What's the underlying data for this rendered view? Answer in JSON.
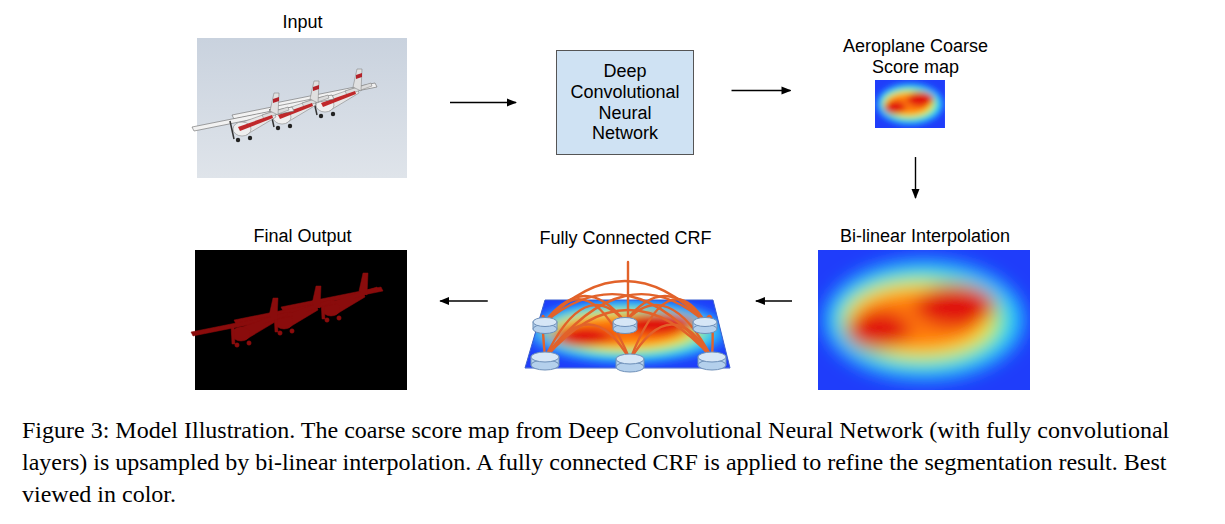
{
  "diagram": {
    "caption": "Figure 3: Model Illustration. The coarse score map from Deep Convolutional Neural Network (with fully convolutional layers) is upsampled by bi-linear interpolation. A fully connected CRF is applied to refine the segmentation result. Best viewed in color.",
    "nodes": [
      {
        "text": [
          "Input"
        ]
      },
      {
        "text": [
          "Deep Convolutional Neural Network"
        ]
      },
      {
        "text": [
          "Aeroplane Coarse Score map"
        ]
      },
      {
        "text": [
          "Final Output"
        ]
      },
      {
        "text": [
          "Fully Connected CRF"
        ]
      },
      {
        "text": [
          "Bi-linear Interpolation"
        ]
      }
    ],
    "edges": [
      {
        "from": 0,
        "to": 1,
        "arrow": "to"
      },
      {
        "from": 1,
        "to": 2,
        "arrow": "to"
      },
      {
        "from": 2,
        "to": 5,
        "arrow": "to"
      },
      {
        "from": 5,
        "to": 4,
        "arrow": "to"
      },
      {
        "from": 4,
        "to": 3,
        "arrow": "to"
      }
    ]
  }
}
